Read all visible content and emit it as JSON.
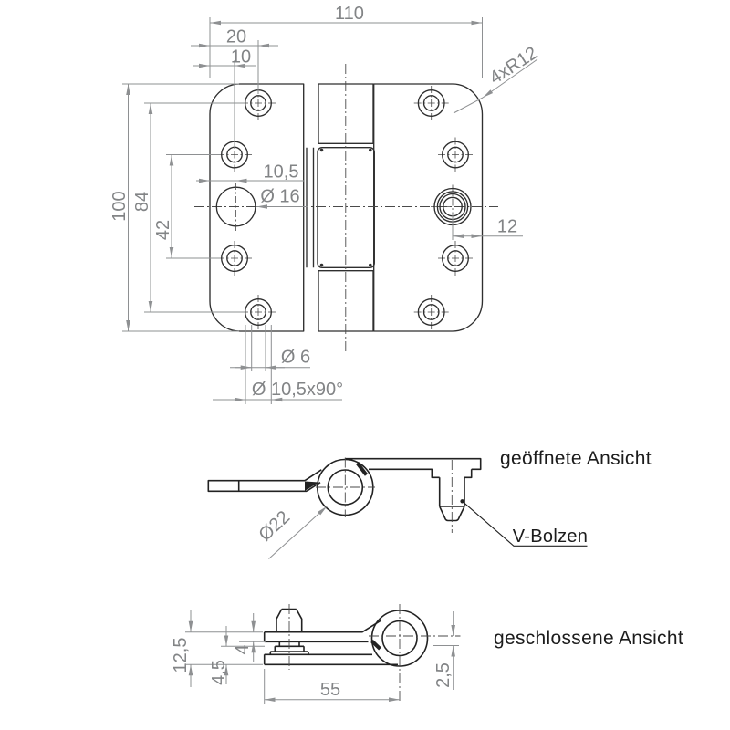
{
  "colors": {
    "background": "#ffffff",
    "geometry": "#2b2b2b",
    "dimension_lines": "#8e9092",
    "dimension_text": "#828486",
    "label_text": "#1c1c1c"
  },
  "front": {
    "width": "110",
    "outer_hole_offset": "20",
    "inner_hole_offset": "10",
    "height": "100",
    "outer_hole_span": "84",
    "inner_hole_span": "42",
    "center_hole_offset": "10,5",
    "center_hole_diameter": "Ø 16",
    "pin_edge_distance": "12",
    "corner_radius": "4xR12",
    "screw_hole_diameter": "Ø 6",
    "countersink_spec": "Ø 10,5x90°"
  },
  "open": {
    "label": "geöffnete Ansicht",
    "knuckle_diameter": "Ø22",
    "pin_callout": "V-Bolzen"
  },
  "closed": {
    "label": "geschlossene Ansicht",
    "stack_height": "12,5",
    "flange_height": "4,5",
    "plate_thickness": "4",
    "axis_offset": "2,5",
    "axis_distance": "55"
  }
}
